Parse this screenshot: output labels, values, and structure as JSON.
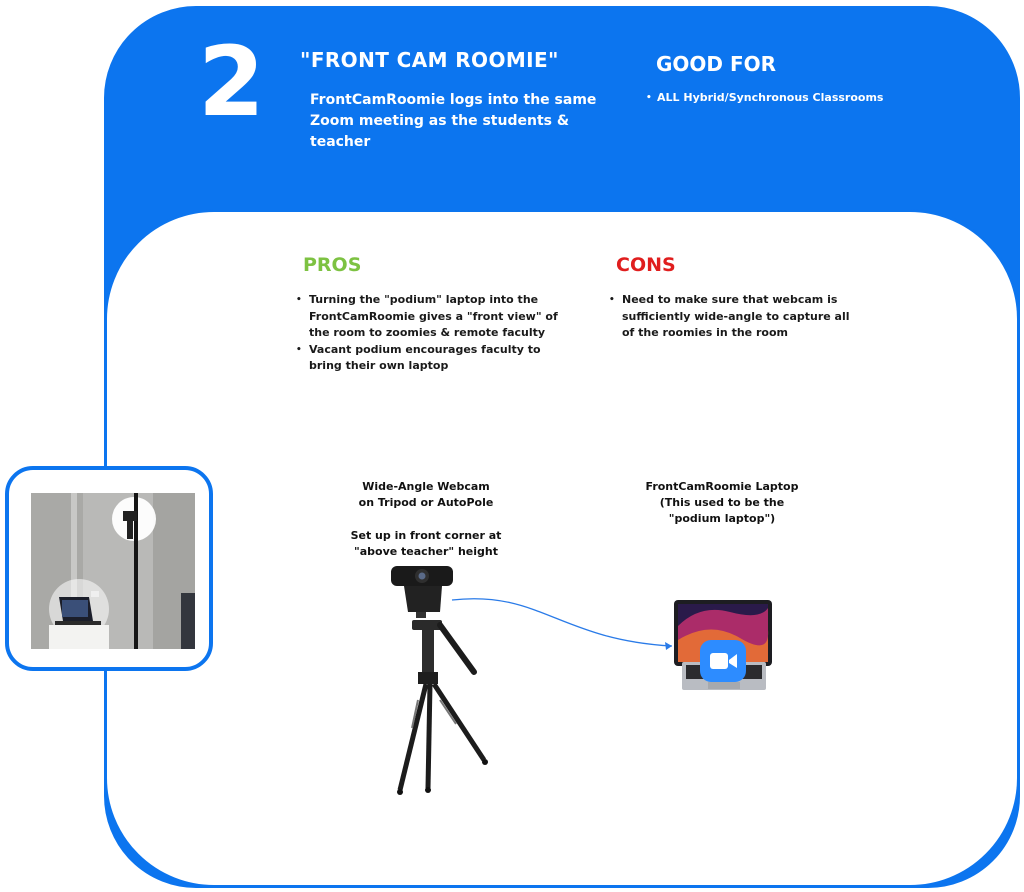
{
  "header": {
    "step_number": "2",
    "title": "\"FRONT CAM ROOMIE\"",
    "description": "FrontCamRoomie logs into the same Zoom meeting as the students & teacher"
  },
  "good_for": {
    "title": "GOOD FOR",
    "items": [
      "ALL Hybrid/Synchronous Classrooms"
    ]
  },
  "pros": {
    "title": "PROS",
    "items": [
      "Turning the \"podium\" laptop into the FrontCamRoomie gives a \"front view\" of the room to zoomies & remote faculty",
      "Vacant podium encourages faculty to bring their own laptop"
    ]
  },
  "cons": {
    "title": "CONS",
    "items": [
      "Need to make sure that webcam is sufficiently wide-angle to capture all of the roomies in the room"
    ]
  },
  "webcam": {
    "label_line1": "Wide-Angle Webcam",
    "label_line2": "on Tripod or AutoPole",
    "setup_line1": "Set up in front corner at",
    "setup_line2": "\"above teacher\" height"
  },
  "laptop": {
    "label_line1": "FrontCamRoomie Laptop",
    "label_line2": "(This used to be the",
    "label_line3": "\"podium laptop\")"
  },
  "colors": {
    "brand_blue": "#0c75ef",
    "pros_green": "#7dc242",
    "cons_red": "#e01e1e"
  },
  "icons": [
    "zoom-camera-icon",
    "webcam-icon",
    "tripod-icon",
    "laptop-icon"
  ]
}
